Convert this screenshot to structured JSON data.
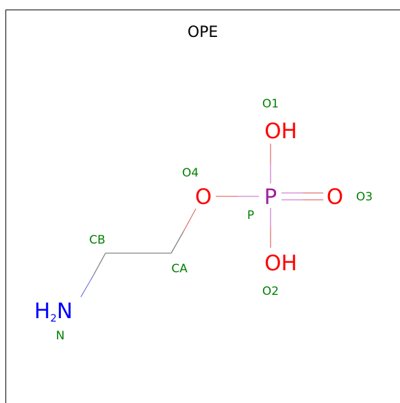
{
  "title": "OPE",
  "atoms": {
    "amine": {
      "text": "H",
      "sub": "2",
      "tail": "N",
      "label": "N"
    },
    "cb": {
      "label": "CB"
    },
    "ca": {
      "label": "CA"
    },
    "o4": {
      "text": "O",
      "label": "O4"
    },
    "p": {
      "text": "P",
      "label": "P"
    },
    "o1": {
      "text": "OH",
      "label": "O1"
    },
    "o2": {
      "text": "OH",
      "label": "O2"
    },
    "o3": {
      "text": "O",
      "label": "O3"
    }
  },
  "colors": {
    "nitrogen": "#0000ff",
    "oxygen": "#ff0000",
    "phosphorus": "#a020a0",
    "label": "#008000",
    "bond_carbon": "#808080",
    "bond_p": "#d080d0",
    "bond_o": "#e07070"
  }
}
